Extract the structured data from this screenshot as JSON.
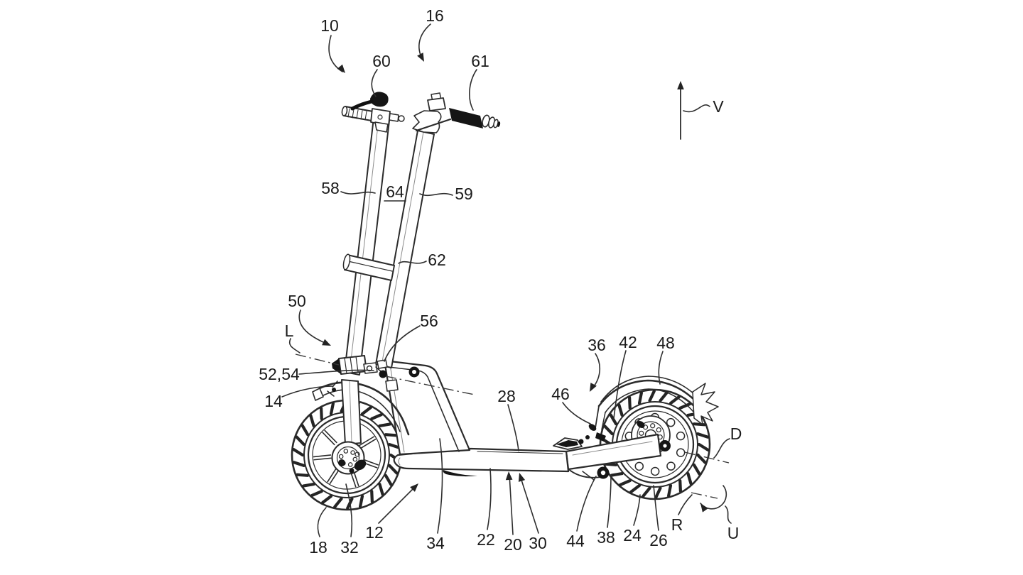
{
  "figure": {
    "kind": "patent line drawing",
    "subject": "folding electric kick scooter, side elevation",
    "background_color": "#ffffff",
    "line_color": "#2b2b2b",
    "label_color": "#1b1b1b"
  },
  "labels": {
    "n10": "10",
    "n16": "16",
    "n60": "60",
    "n61": "61",
    "nV": "V",
    "n58": "58",
    "n64": "64",
    "n59": "59",
    "n62": "62",
    "n50": "50",
    "nL": "L",
    "n56": "56",
    "n52_54": "52,54",
    "n14": "14",
    "n36": "36",
    "n42": "42",
    "n48": "48",
    "n46": "46",
    "n28": "28",
    "nD": "D",
    "n18": "18",
    "n32": "32",
    "n12": "12",
    "n34": "34",
    "n22": "22",
    "n20": "20",
    "n30": "30",
    "n44": "44",
    "n38": "38",
    "n24": "24",
    "n26": "26",
    "nR": "R",
    "nU": "U"
  }
}
